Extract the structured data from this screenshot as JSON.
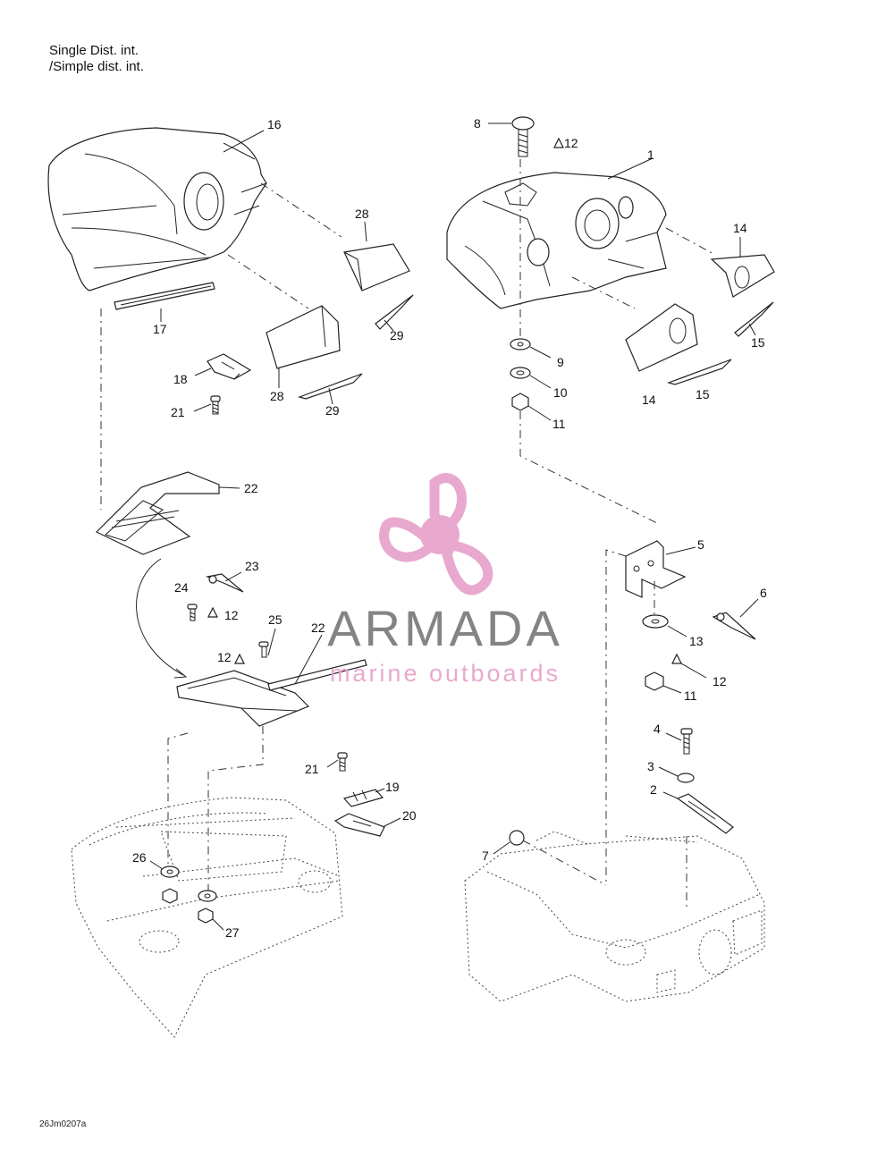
{
  "header": {
    "line1": "Single Dist. int.",
    "line2": "/Simple dist. int."
  },
  "footer": {
    "code": "26Jm0207a"
  },
  "watermark": {
    "brand": "ARMADA",
    "tagline": "marine outboards",
    "color_pink": "#e8a2cc",
    "color_gray": "#7a7a7a"
  },
  "callouts": [
    {
      "id": "c16",
      "text": "16"
    },
    {
      "id": "c28a",
      "text": "28"
    },
    {
      "id": "c17",
      "text": "17"
    },
    {
      "id": "c29a",
      "text": "29"
    },
    {
      "id": "c18",
      "text": "18"
    },
    {
      "id": "c28b",
      "text": "28"
    },
    {
      "id": "c21a",
      "text": "21"
    },
    {
      "id": "c29b",
      "text": "29"
    },
    {
      "id": "c8",
      "text": "8"
    },
    {
      "id": "c12a",
      "text": "12"
    },
    {
      "id": "c1",
      "text": "1"
    },
    {
      "id": "c14a",
      "text": "14"
    },
    {
      "id": "c15a",
      "text": "15"
    },
    {
      "id": "c9",
      "text": "9"
    },
    {
      "id": "c10",
      "text": "10"
    },
    {
      "id": "c11a",
      "text": "11"
    },
    {
      "id": "c14b",
      "text": "14"
    },
    {
      "id": "c15b",
      "text": "15"
    },
    {
      "id": "c22a",
      "text": "22"
    },
    {
      "id": "c23",
      "text": "23"
    },
    {
      "id": "c24",
      "text": "24"
    },
    {
      "id": "c12b",
      "text": "12"
    },
    {
      "id": "c25",
      "text": "25"
    },
    {
      "id": "c22b",
      "text": "22"
    },
    {
      "id": "c12c",
      "text": "12"
    },
    {
      "id": "c5",
      "text": "5"
    },
    {
      "id": "c6",
      "text": "6"
    },
    {
      "id": "c13",
      "text": "13"
    },
    {
      "id": "c12d",
      "text": "12"
    },
    {
      "id": "c11b",
      "text": "11"
    },
    {
      "id": "c4",
      "text": "4"
    },
    {
      "id": "c3",
      "text": "3"
    },
    {
      "id": "c2",
      "text": "2"
    },
    {
      "id": "c21b",
      "text": "21"
    },
    {
      "id": "c19",
      "text": "19"
    },
    {
      "id": "c20",
      "text": "20"
    },
    {
      "id": "c7",
      "text": "7"
    },
    {
      "id": "c26",
      "text": "26"
    },
    {
      "id": "c27",
      "text": "27"
    }
  ]
}
